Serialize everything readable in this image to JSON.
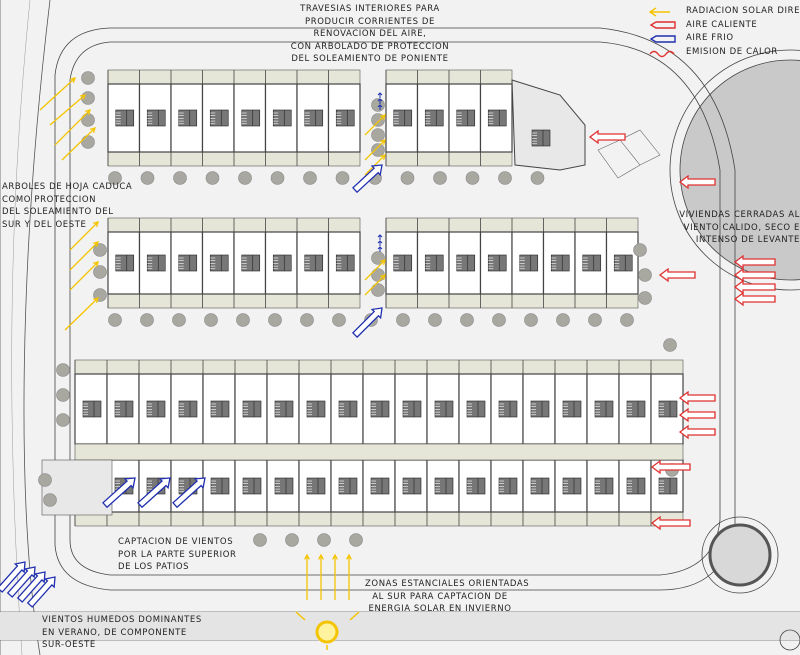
{
  "legend": {
    "items": [
      {
        "label": "RADIACION SOLAR DIRECTA",
        "icon": "yellow-arrow-icon",
        "color": "#f5c400"
      },
      {
        "label": "AIRE CALIENTE",
        "icon": "red-arrow-icon",
        "color": "#e03030"
      },
      {
        "label": "AIRE FRIO",
        "icon": "blue-arrow-icon",
        "color": "#2030b0"
      },
      {
        "label": "EMISION DE CALOR",
        "icon": "heat-wave-icon",
        "color": "#e03030"
      }
    ]
  },
  "annotations": {
    "travesias": [
      "TRAVESIAS INTERIORES PARA",
      "PRODUCIR CORRIENTES DE",
      "RENOVACION DEL AIRE,",
      "CON ARBOLADO DE PROTECCION",
      "DEL SOLEAMIENTO DE PONIENTE"
    ],
    "arboles": [
      "ARBOLES DE HOJA CADUCA",
      "COMO PROTECCION",
      "DEL SOLEAMIENTO DEL",
      "SUR Y DEL OESTE"
    ],
    "viviendas": [
      "VIVIENDAS CERRADAS AL",
      "VIENTO CALIDO, SECO E",
      "INTENSO DE LEVANTE"
    ],
    "captacion": [
      "CAPTACION DE VIENTOS",
      "POR LA PARTE SUPERIOR",
      "DE LOS PATIOS"
    ],
    "zonas": [
      "ZONAS ESTANCIALES ORIENTADAS",
      "AL SUR PARA CAPTACION DE",
      "ENERGIA SOLAR EN INVIERNO"
    ],
    "vientos": [
      "VIENTOS HUMEDOS DOMINANTES",
      "EN VERANO, DE COMPONENTE",
      "SUR-OESTE"
    ]
  },
  "colors": {
    "sun": "#f5c400",
    "hot": "#e03030",
    "cold": "#2030b0",
    "tree": "#a8a8a0",
    "unit": "#ffffff",
    "patio": "#e6e6d8"
  }
}
